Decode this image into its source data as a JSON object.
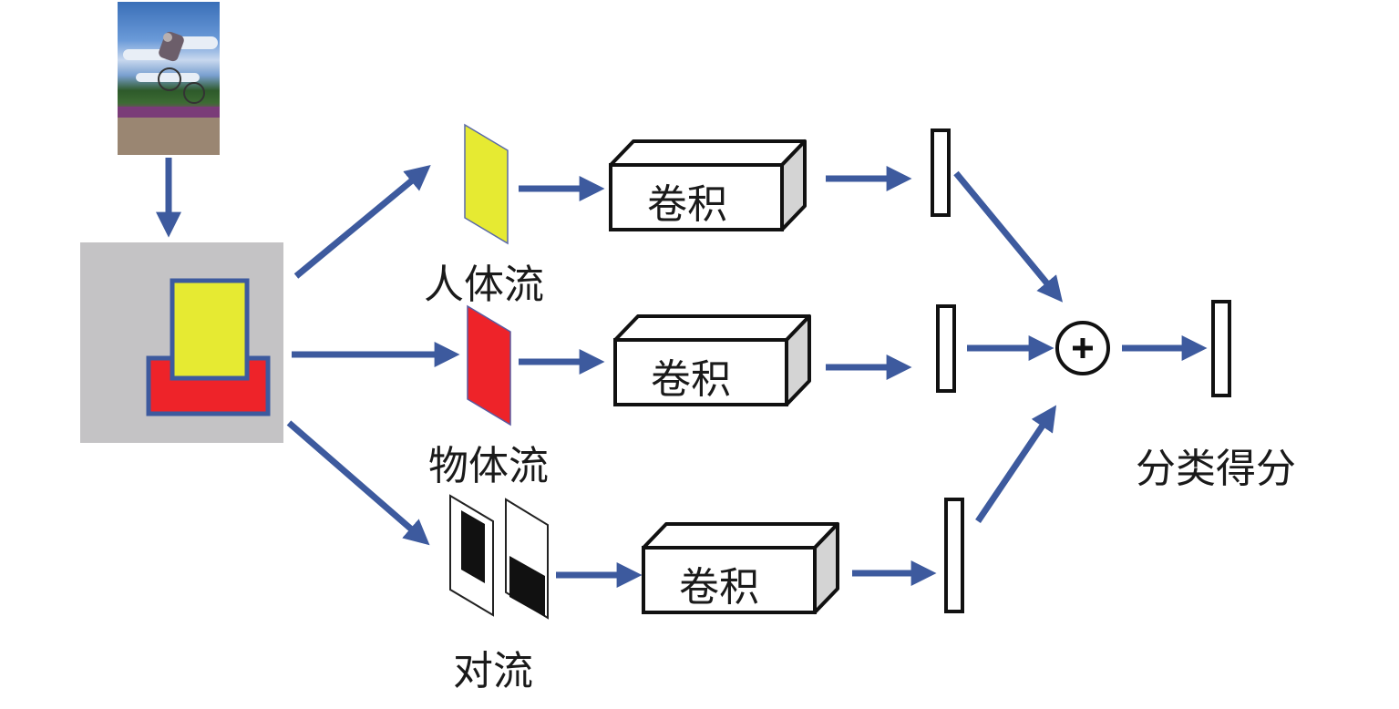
{
  "diagram": {
    "type": "multi-stream action recognition pipeline",
    "colors": {
      "arrow": "#3d5a9e",
      "human_feature": "#e6ea32",
      "object_feature": "#ee2329",
      "region_background": "#c4c3c5",
      "region_border": "#3d5a9e",
      "conv_side": "#d4d4d4",
      "outline": "#111111"
    },
    "input": {
      "image_description": "BMX rider jumping over a dirt track"
    },
    "streams": [
      {
        "id": "human",
        "label": "人体流",
        "conv_label": "卷积"
      },
      {
        "id": "object",
        "label": "物体流",
        "conv_label": "卷积"
      },
      {
        "id": "pair",
        "label": "对流",
        "conv_label": "卷积"
      }
    ],
    "fusion": {
      "operator": "+",
      "icon": "circled-plus-icon"
    },
    "output": {
      "label": "分类得分"
    }
  }
}
